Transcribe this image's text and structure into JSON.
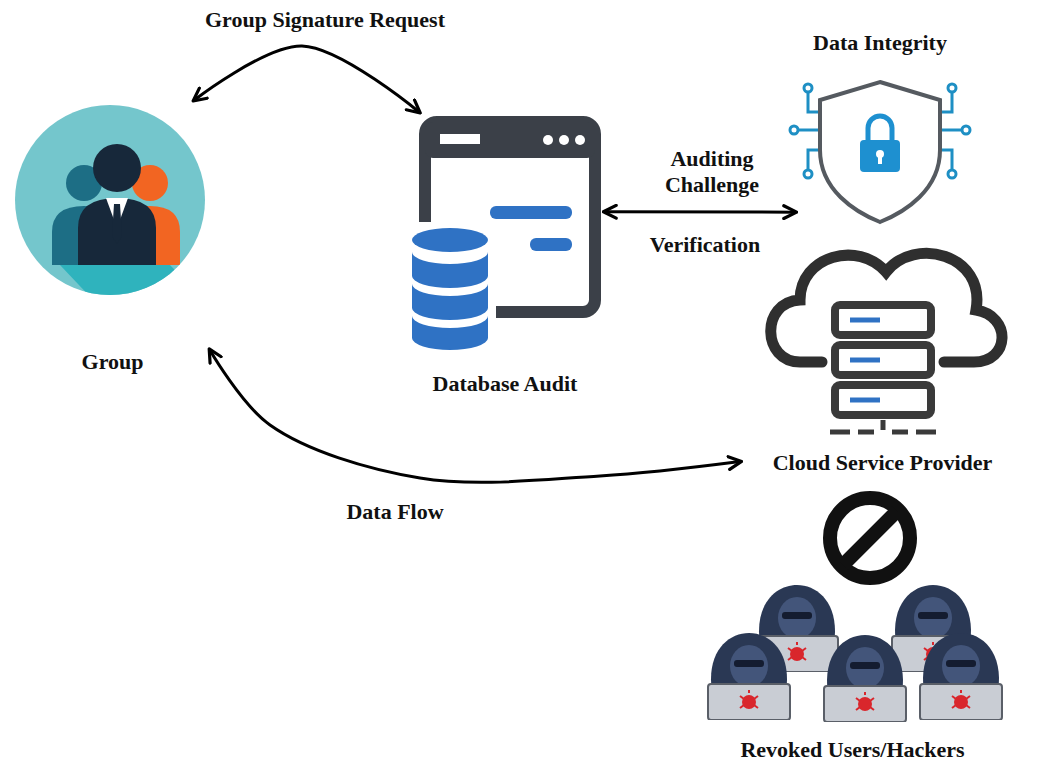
{
  "diagram": {
    "nodes": [
      {
        "text": [
          "Group"
        ]
      },
      {
        "text": [
          "Database Audit"
        ]
      },
      {
        "text": [
          "Data Integrity"
        ]
      },
      {
        "text": [
          "Cloud Service Provider"
        ]
      },
      {
        "text": [
          "Revoked Users/Hackers"
        ]
      }
    ],
    "edges": [
      {
        "from": 0,
        "to": 1,
        "arrow": "both",
        "label": "Group Signature Request"
      },
      {
        "from": 1,
        "to": 2,
        "arrow": "both",
        "label": "Auditing Challenge"
      },
      {
        "from": 0,
        "to": 3,
        "arrow": "both",
        "label": "Data Flow"
      }
    ],
    "labels": [
      "Verification"
    ]
  }
}
